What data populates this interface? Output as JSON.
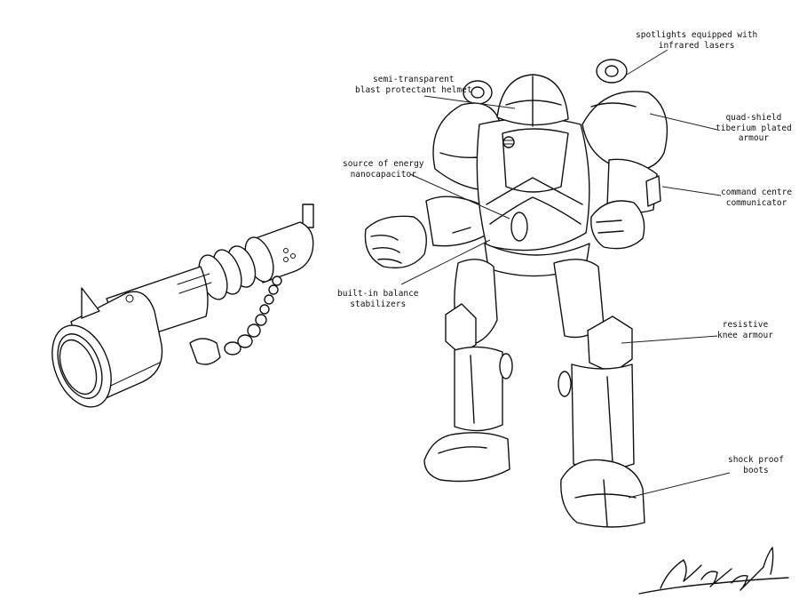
{
  "labels": {
    "spotlights": [
      "spotlights equipped with",
      "infrared lasers"
    ],
    "helmet": [
      "semi-transparent",
      "blast protectant helmet"
    ],
    "armour": [
      "quad-shield",
      "tiberium plated",
      "armour"
    ],
    "energy": [
      "source of energy",
      "nanocapacitor"
    ],
    "communicator": [
      "command centre",
      "communicator"
    ],
    "stabilizers": [
      "built-in balance",
      "stabilizers"
    ],
    "knee": [
      "resistive",
      "knee armour"
    ],
    "boots": [
      "shock proof",
      "boots"
    ]
  },
  "colors": {
    "ink": "#111111",
    "paper": "#ffffff"
  }
}
